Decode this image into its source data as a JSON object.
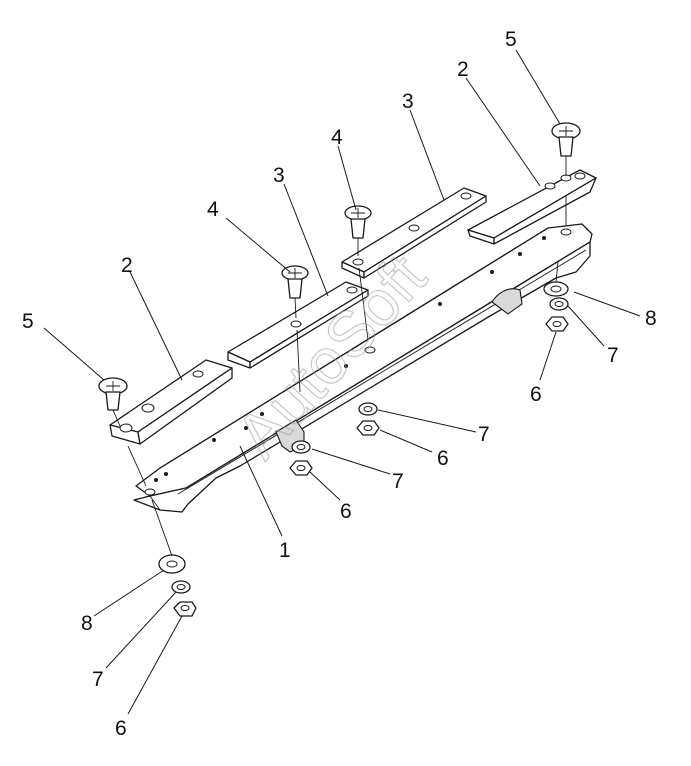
{
  "watermark": "AutoSoft",
  "callouts": [
    {
      "id": "c1",
      "label": "1"
    },
    {
      "id": "c2a",
      "label": "2"
    },
    {
      "id": "c2b",
      "label": "2"
    },
    {
      "id": "c3a",
      "label": "3"
    },
    {
      "id": "c3b",
      "label": "3"
    },
    {
      "id": "c4a",
      "label": "4"
    },
    {
      "id": "c4b",
      "label": "4"
    },
    {
      "id": "c5a",
      "label": "5"
    },
    {
      "id": "c5b",
      "label": "5"
    },
    {
      "id": "c6a",
      "label": "6"
    },
    {
      "id": "c6b",
      "label": "6"
    },
    {
      "id": "c6c",
      "label": "6"
    },
    {
      "id": "c6d",
      "label": "6"
    },
    {
      "id": "c7a",
      "label": "7"
    },
    {
      "id": "c7b",
      "label": "7"
    },
    {
      "id": "c7c",
      "label": "7"
    },
    {
      "id": "c7d",
      "label": "7"
    },
    {
      "id": "c8a",
      "label": "8"
    },
    {
      "id": "c8b",
      "label": "8"
    }
  ]
}
